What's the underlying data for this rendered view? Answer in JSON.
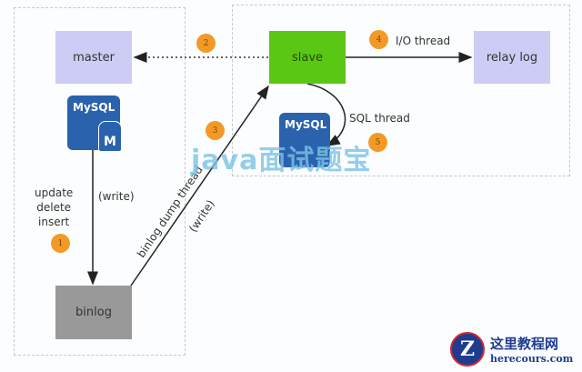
{
  "diagram": {
    "nodes": {
      "master": "master",
      "slave": "slave",
      "relay_log": "relay log",
      "binlog": "binlog"
    },
    "mysql_logo_text": "MySQL",
    "master_db_letter": "M",
    "labels": {
      "update_ops": [
        "update",
        "delete",
        "insert"
      ],
      "write_master": "(write)",
      "binlog_dump": "binlog dump thread",
      "write_diag": "(write)",
      "io_thread": "I/O thread",
      "sql_thread": "SQL thread"
    },
    "steps": [
      "1",
      "2",
      "3",
      "4",
      "5"
    ],
    "colors": {
      "master_fill": "#ccccf5",
      "slave_fill": "#5bc715",
      "relay_fill": "#ccccf5",
      "binlog_fill": "#999999",
      "badge": "#f39a26",
      "mysql_blue": "#2a62ad"
    }
  },
  "watermark": "java面试题宝",
  "brand": {
    "name": "这里教程网",
    "url": "herecours.com"
  }
}
